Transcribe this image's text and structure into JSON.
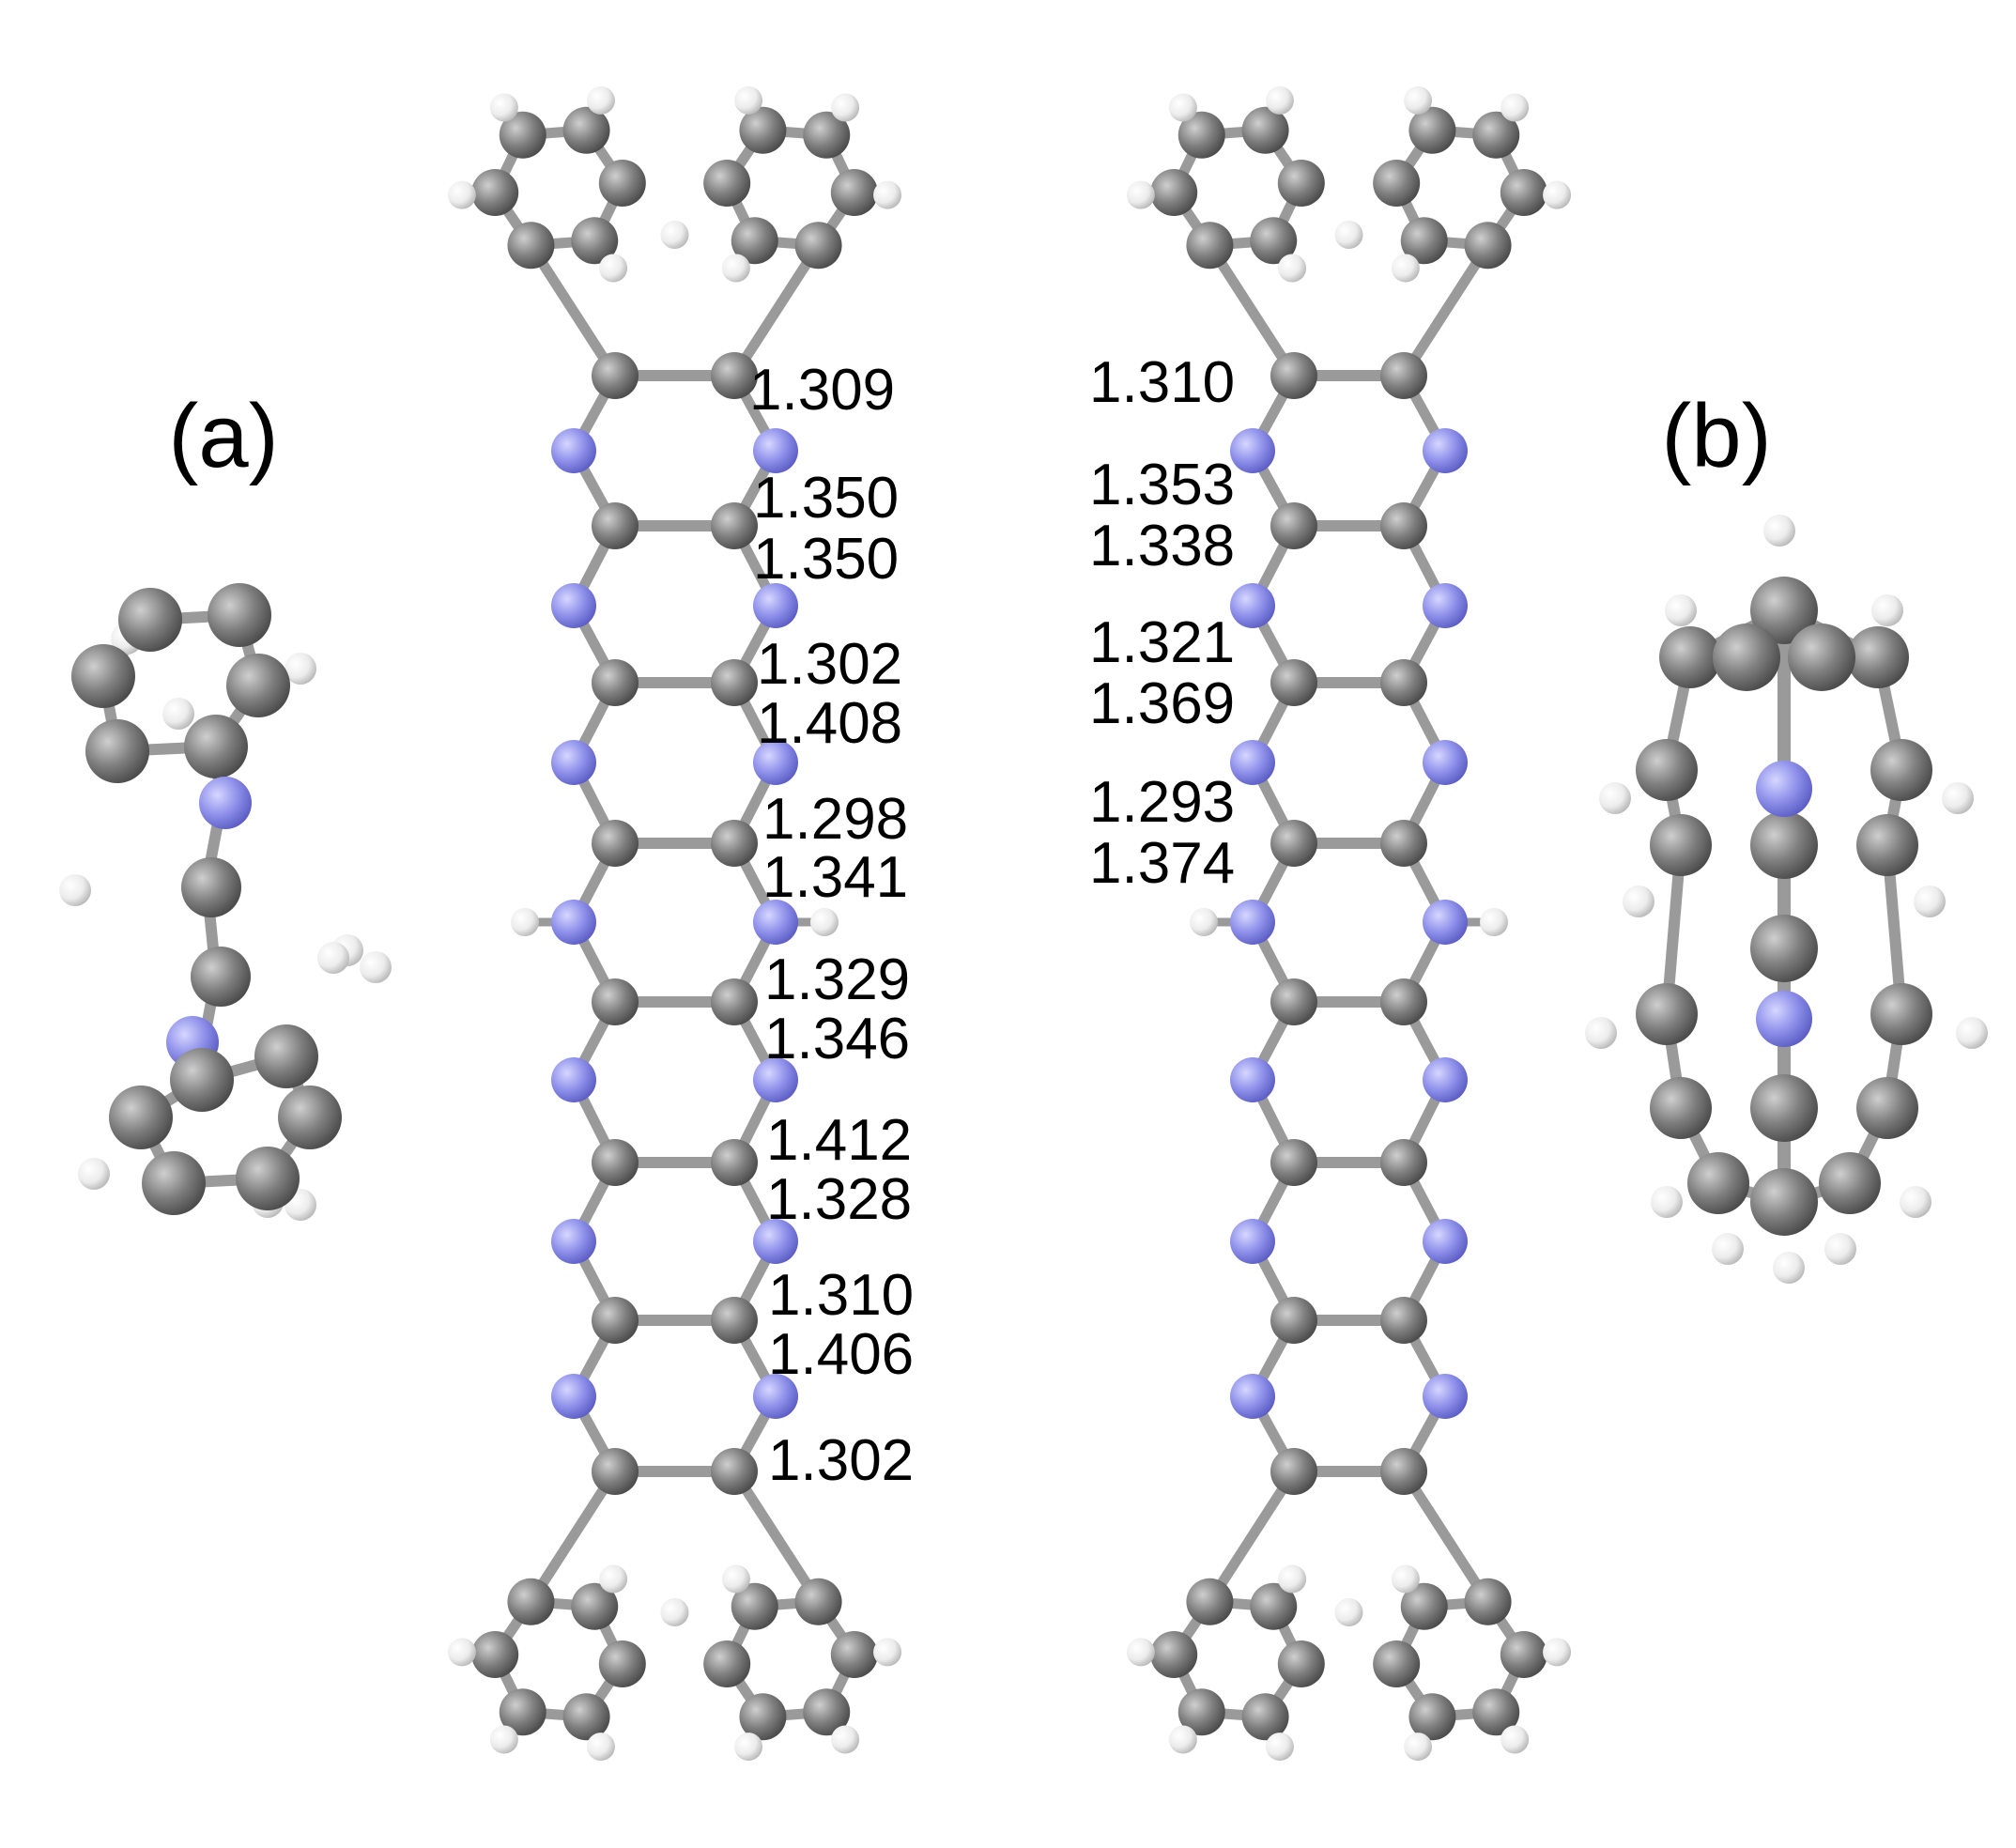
{
  "panels": [
    {
      "label": "(a)",
      "bond_lengths": [
        "1.309",
        "1.350",
        "1.350",
        "1.302",
        "1.408",
        "1.298",
        "1.341",
        "1.329",
        "1.346",
        "1.412",
        "1.328",
        "1.310",
        "1.406",
        "1.302"
      ]
    },
    {
      "label": "(b)",
      "bond_lengths": [
        "1.310",
        "1.353",
        "1.338",
        "1.321",
        "1.369",
        "1.293",
        "1.374"
      ]
    }
  ],
  "colors": {
    "carbon": "#7a7a7a",
    "nitrogen": "#8c8ee8",
    "hydrogen": "#f2f2f2",
    "bond": "#9a9a9a",
    "text": "#000000",
    "background": "#ffffff"
  }
}
